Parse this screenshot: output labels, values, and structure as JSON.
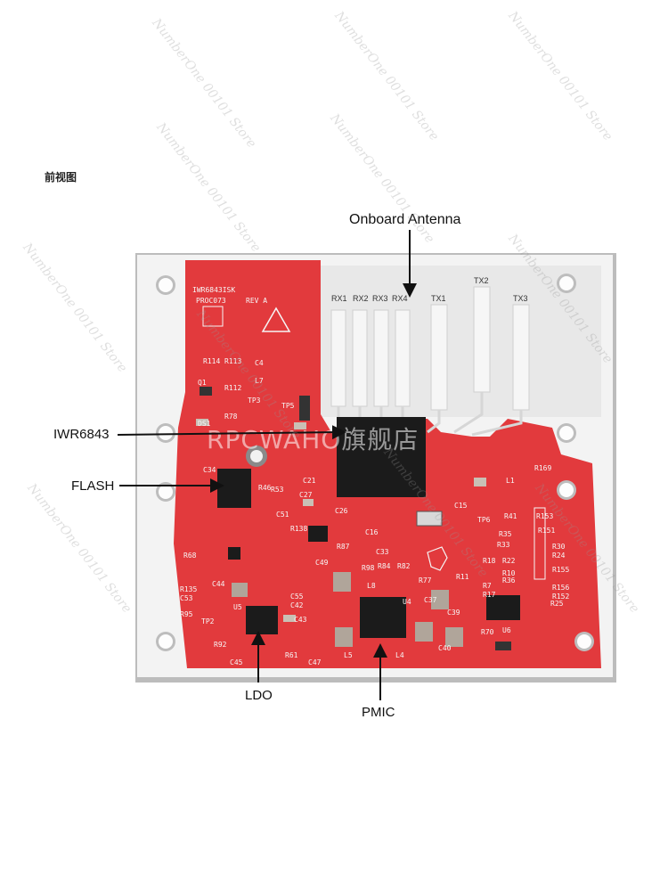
{
  "page": {
    "section_title": "前视图"
  },
  "callouts": {
    "antenna": "Onboard Antenna",
    "mcu": "IWR6843",
    "flash": "FLASH",
    "ldo": "LDO",
    "pmic": "PMIC"
  },
  "board": {
    "model": "IWR6843ISK",
    "proc": "PROC073",
    "rev": "REV A",
    "antenna_labels": [
      "RX1",
      "RX2",
      "RX3",
      "RX4",
      "TX1",
      "TX2",
      "TX3"
    ],
    "silkscreen": [
      "R114",
      "R113",
      "Q1",
      "C4",
      "L7",
      "TP3",
      "TP5",
      "R112",
      "R78",
      "DS1",
      "C21",
      "C27",
      "C34",
      "C51",
      "C26",
      "C16",
      "C33",
      "C15",
      "TP6",
      "R169",
      "R41",
      "R35",
      "R33",
      "L1",
      "R138",
      "R87",
      "R84",
      "R82",
      "C49",
      "C55",
      "C42",
      "C43",
      "C47",
      "C45",
      "R61",
      "R92",
      "U5",
      "U4",
      "U6",
      "L4",
      "L5",
      "L8",
      "R70",
      "R25",
      "R152",
      "R155",
      "R36",
      "R10",
      "R22",
      "R11",
      "R7",
      "R17",
      "R18",
      "R24",
      "R30",
      "R135",
      "C53",
      "R95",
      "TP2",
      "R68",
      "C44",
      "R77",
      "R98",
      "C37",
      "C40",
      "C39",
      "R46",
      "R53",
      "R151",
      "R153",
      "R156"
    ]
  },
  "overlay_watermark": "RPCWAHO旗舰店",
  "watermark_text": "NumberOne 00101 Store",
  "colors": {
    "pcb_red": "#e23a3d",
    "antenna_panel": "#efefef",
    "chip_black": "#1b1b1b"
  }
}
